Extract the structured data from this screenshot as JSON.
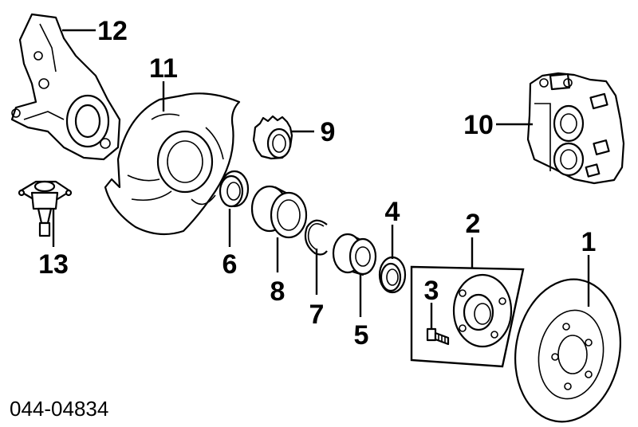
{
  "diagram": {
    "drawing_code": "044-04834",
    "callouts": [
      {
        "id": "1",
        "label": "1"
      },
      {
        "id": "2",
        "label": "2"
      },
      {
        "id": "3",
        "label": "3"
      },
      {
        "id": "4",
        "label": "4"
      },
      {
        "id": "5",
        "label": "5"
      },
      {
        "id": "6",
        "label": "6"
      },
      {
        "id": "7",
        "label": "7"
      },
      {
        "id": "8",
        "label": "8"
      },
      {
        "id": "9",
        "label": "9"
      },
      {
        "id": "10",
        "label": "10"
      },
      {
        "id": "11",
        "label": "11"
      },
      {
        "id": "12",
        "label": "12"
      },
      {
        "id": "13",
        "label": "13"
      }
    ]
  }
}
